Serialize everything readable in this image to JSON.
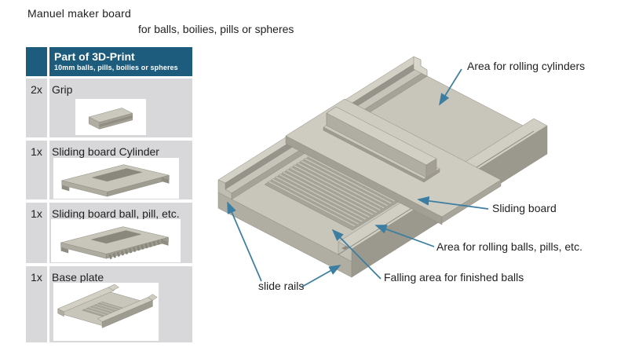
{
  "page": {
    "title": "Manuel maker board",
    "subtitle": "for balls, boilies, pills or spheres"
  },
  "parts_table": {
    "header": {
      "title": "Part of 3D-Print",
      "subtitle": "10mm balls, pills, boilies or spheres"
    },
    "rows": [
      {
        "qty": "2x",
        "name": "Grip",
        "image": "grip-render"
      },
      {
        "qty": "1x",
        "name": "Sliding board Cylinder",
        "image": "sliding-board-cylinder-render"
      },
      {
        "qty": "1x",
        "name": "Sliding board ball, pill, etc.",
        "image": "sliding-board-ball-render"
      },
      {
        "qty": "1x",
        "name": "Base plate",
        "image": "base-plate-render"
      }
    ]
  },
  "diagram": {
    "annotations": [
      {
        "label": "Area for rolling cylinders"
      },
      {
        "label": "Sliding board"
      },
      {
        "label": "Area for rolling balls, pills, etc."
      },
      {
        "label": "Falling area for finished balls"
      },
      {
        "label": "slide rails"
      }
    ]
  },
  "colors": {
    "table_header_bg": "#1d5c7c",
    "table_row_bg": "#d8d8da",
    "arrow": "#3b7ea1",
    "model_top": "#c8c5bb",
    "model_side_light": "#b0ada3",
    "model_side_dark": "#9b988e",
    "model_rail_top": "#d2cfc5"
  }
}
